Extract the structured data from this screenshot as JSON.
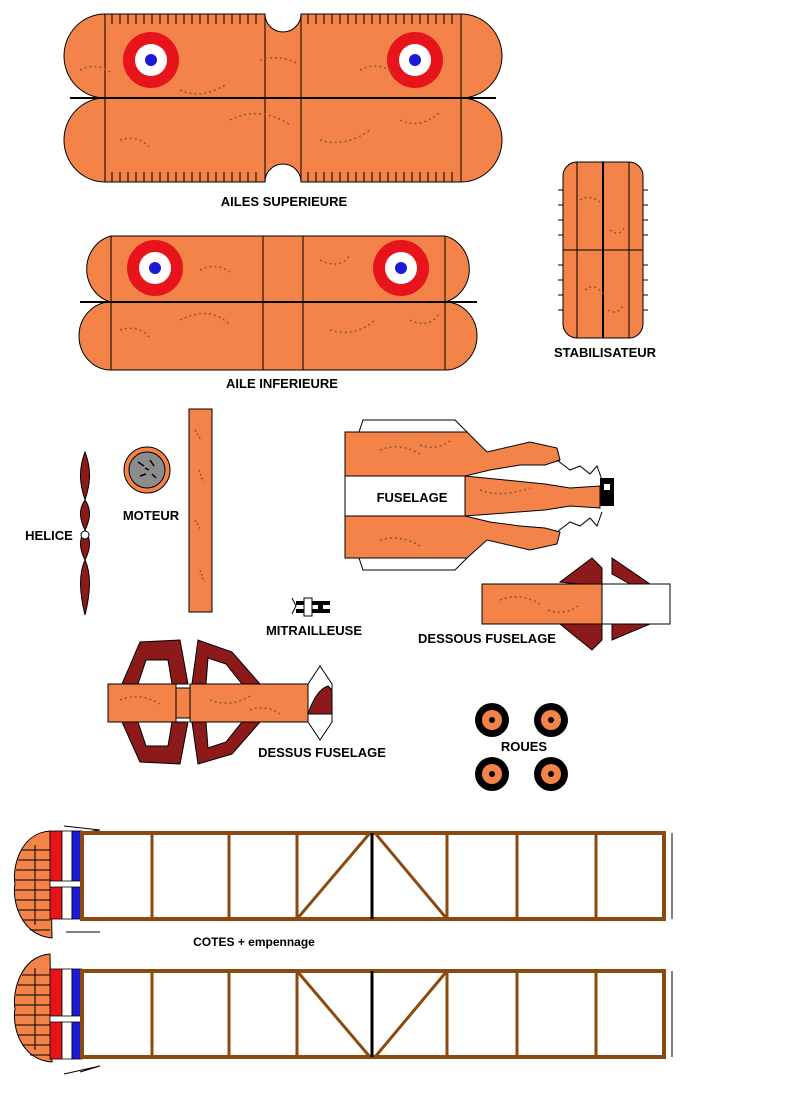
{
  "labels": {
    "upper_wing": "AILES SUPERIEURE",
    "lower_wing": "AILE INFERIEURE",
    "stabilizer": "STABILISATEUR",
    "propeller": "HELICE",
    "engine": "MOTEUR",
    "fuselage": "FUSELAGE",
    "machine_gun": "MITRAILLEUSE",
    "fuselage_bottom": "DESSOUS FUSELAGE",
    "fuselage_top": "DESSUS FUSELAGE",
    "wheels": "ROUES",
    "sides": "COTES + empennage"
  },
  "colors": {
    "skin": "#f4834a",
    "roundel_red": "#e8141b",
    "roundel_blue": "#1a1ad6",
    "strut": "#8c1a1a",
    "frame": "#8a4a10",
    "wheel_tyre": "#000000"
  }
}
